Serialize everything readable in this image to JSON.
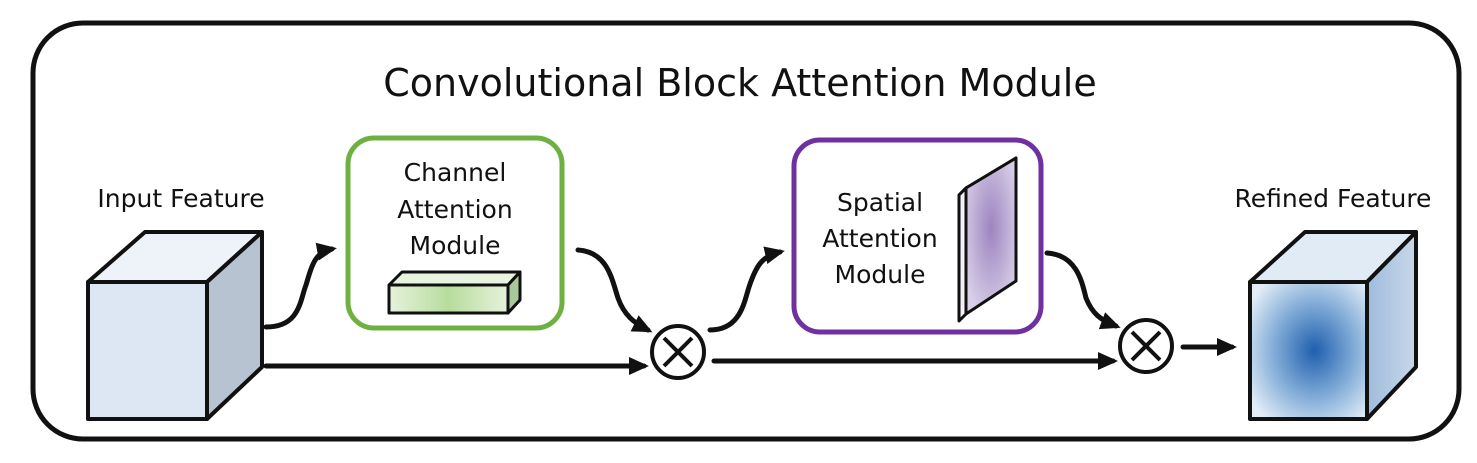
{
  "diagram": {
    "title": "Convolutional Block Attention Module",
    "input_label": "Input Feature",
    "output_label": "Refined Feature",
    "channel_module": {
      "lines": [
        "Channel",
        "Attention",
        "Module"
      ],
      "border_color": "#6fb043"
    },
    "spatial_module": {
      "lines": [
        "Spatial",
        "Attention",
        "Module"
      ],
      "border_color": "#7030a0"
    },
    "operator_symbol": "⊗",
    "colors": {
      "outline": "#111111",
      "input_cube_front": "#dde7f3",
      "input_cube_side": "#b8c3d1",
      "output_cube_center": "#1f5fae",
      "channel_bar_fill": "#cfe6bf",
      "spatial_slab_fill": "#b9a7cf"
    }
  }
}
